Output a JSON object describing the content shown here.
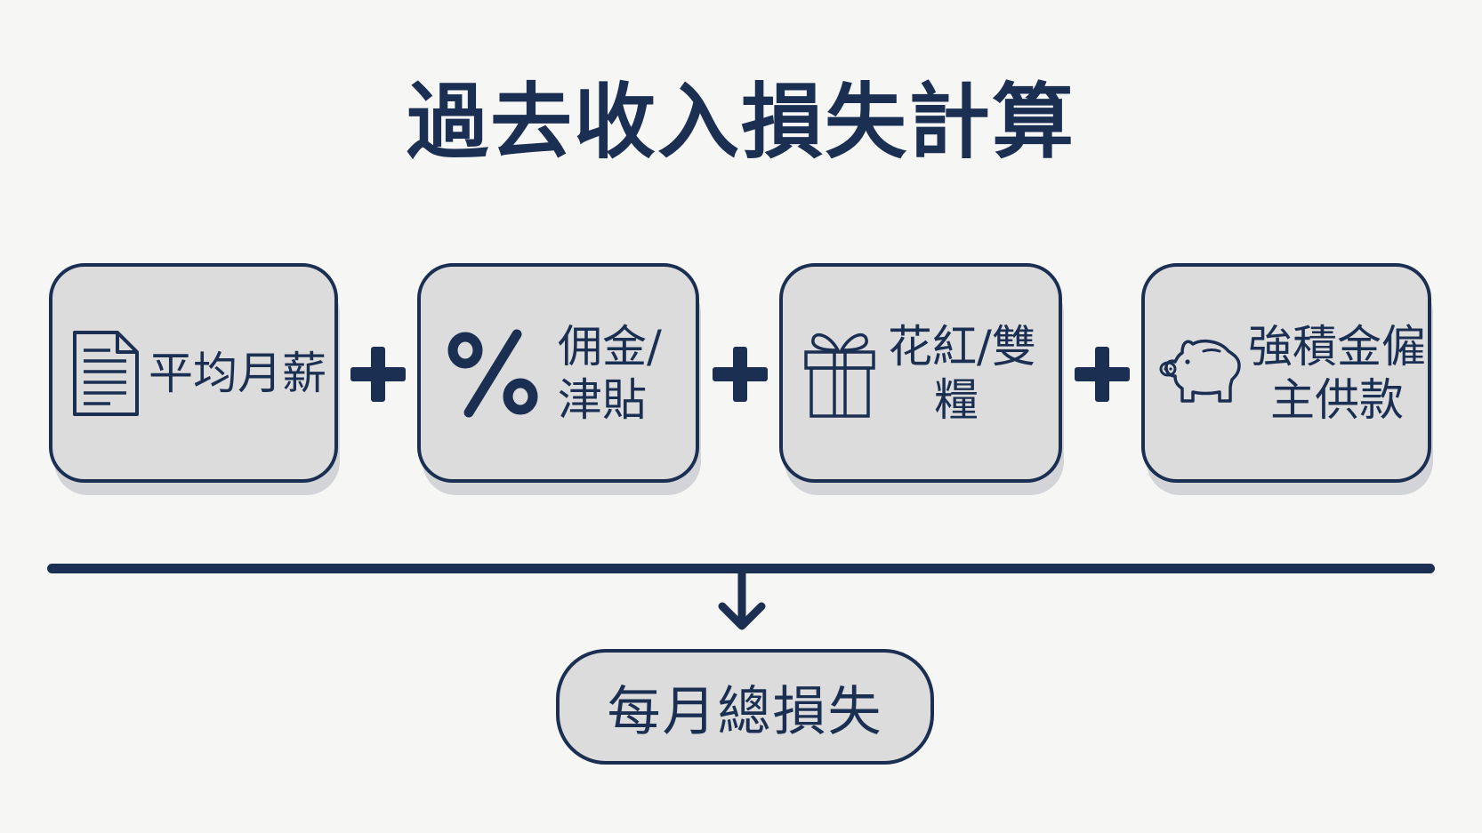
{
  "title": "過去收入損失計算",
  "components": [
    {
      "label_lines": [
        "平均月薪"
      ],
      "icon": "document-icon"
    },
    {
      "label_lines": [
        "佣金/",
        "津貼"
      ],
      "icon": "percent-icon"
    },
    {
      "label_lines": [
        "花紅/雙",
        "糧"
      ],
      "icon": "gift-icon"
    },
    {
      "label_lines": [
        "強積金僱",
        "主供款"
      ],
      "icon": "piggy-bank-icon"
    }
  ],
  "operator": "+",
  "result": "每月總損失",
  "colors": {
    "primary": "#1b2f52",
    "box_fill": "#dcdcdc",
    "background": "#f6f6f5"
  }
}
